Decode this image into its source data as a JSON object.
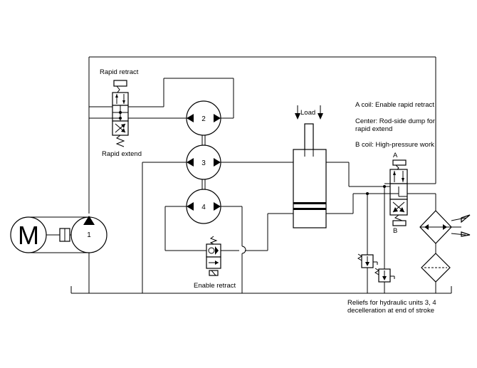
{
  "labels": {
    "rapid_retract": "Rapid retract",
    "rapid_extend": "Rapid extend",
    "load": "Load",
    "enable_retract": "Enable retract",
    "note_a": "A coil: Enable rapid retract",
    "note_center_1": "Center: Rod-side dump for",
    "note_center_2": "rapid extend",
    "note_b": "B coil: High-pressure work",
    "coil_a": "A",
    "coil_b": "B",
    "reliefs_1": "Reliefs for hydraulic units 3, 4",
    "reliefs_2": "decelleration at end of stroke",
    "motor": "M"
  },
  "units": {
    "pump": "1",
    "motor2": "2",
    "motor3": "3",
    "motor4": "4"
  },
  "icons": [
    "motor-symbol",
    "pump-symbol",
    "hydraulic-motor-symbol",
    "directional-valve-symbol",
    "check-valve-symbol",
    "relief-valve-symbol",
    "filter-symbol",
    "cylinder-symbol"
  ]
}
